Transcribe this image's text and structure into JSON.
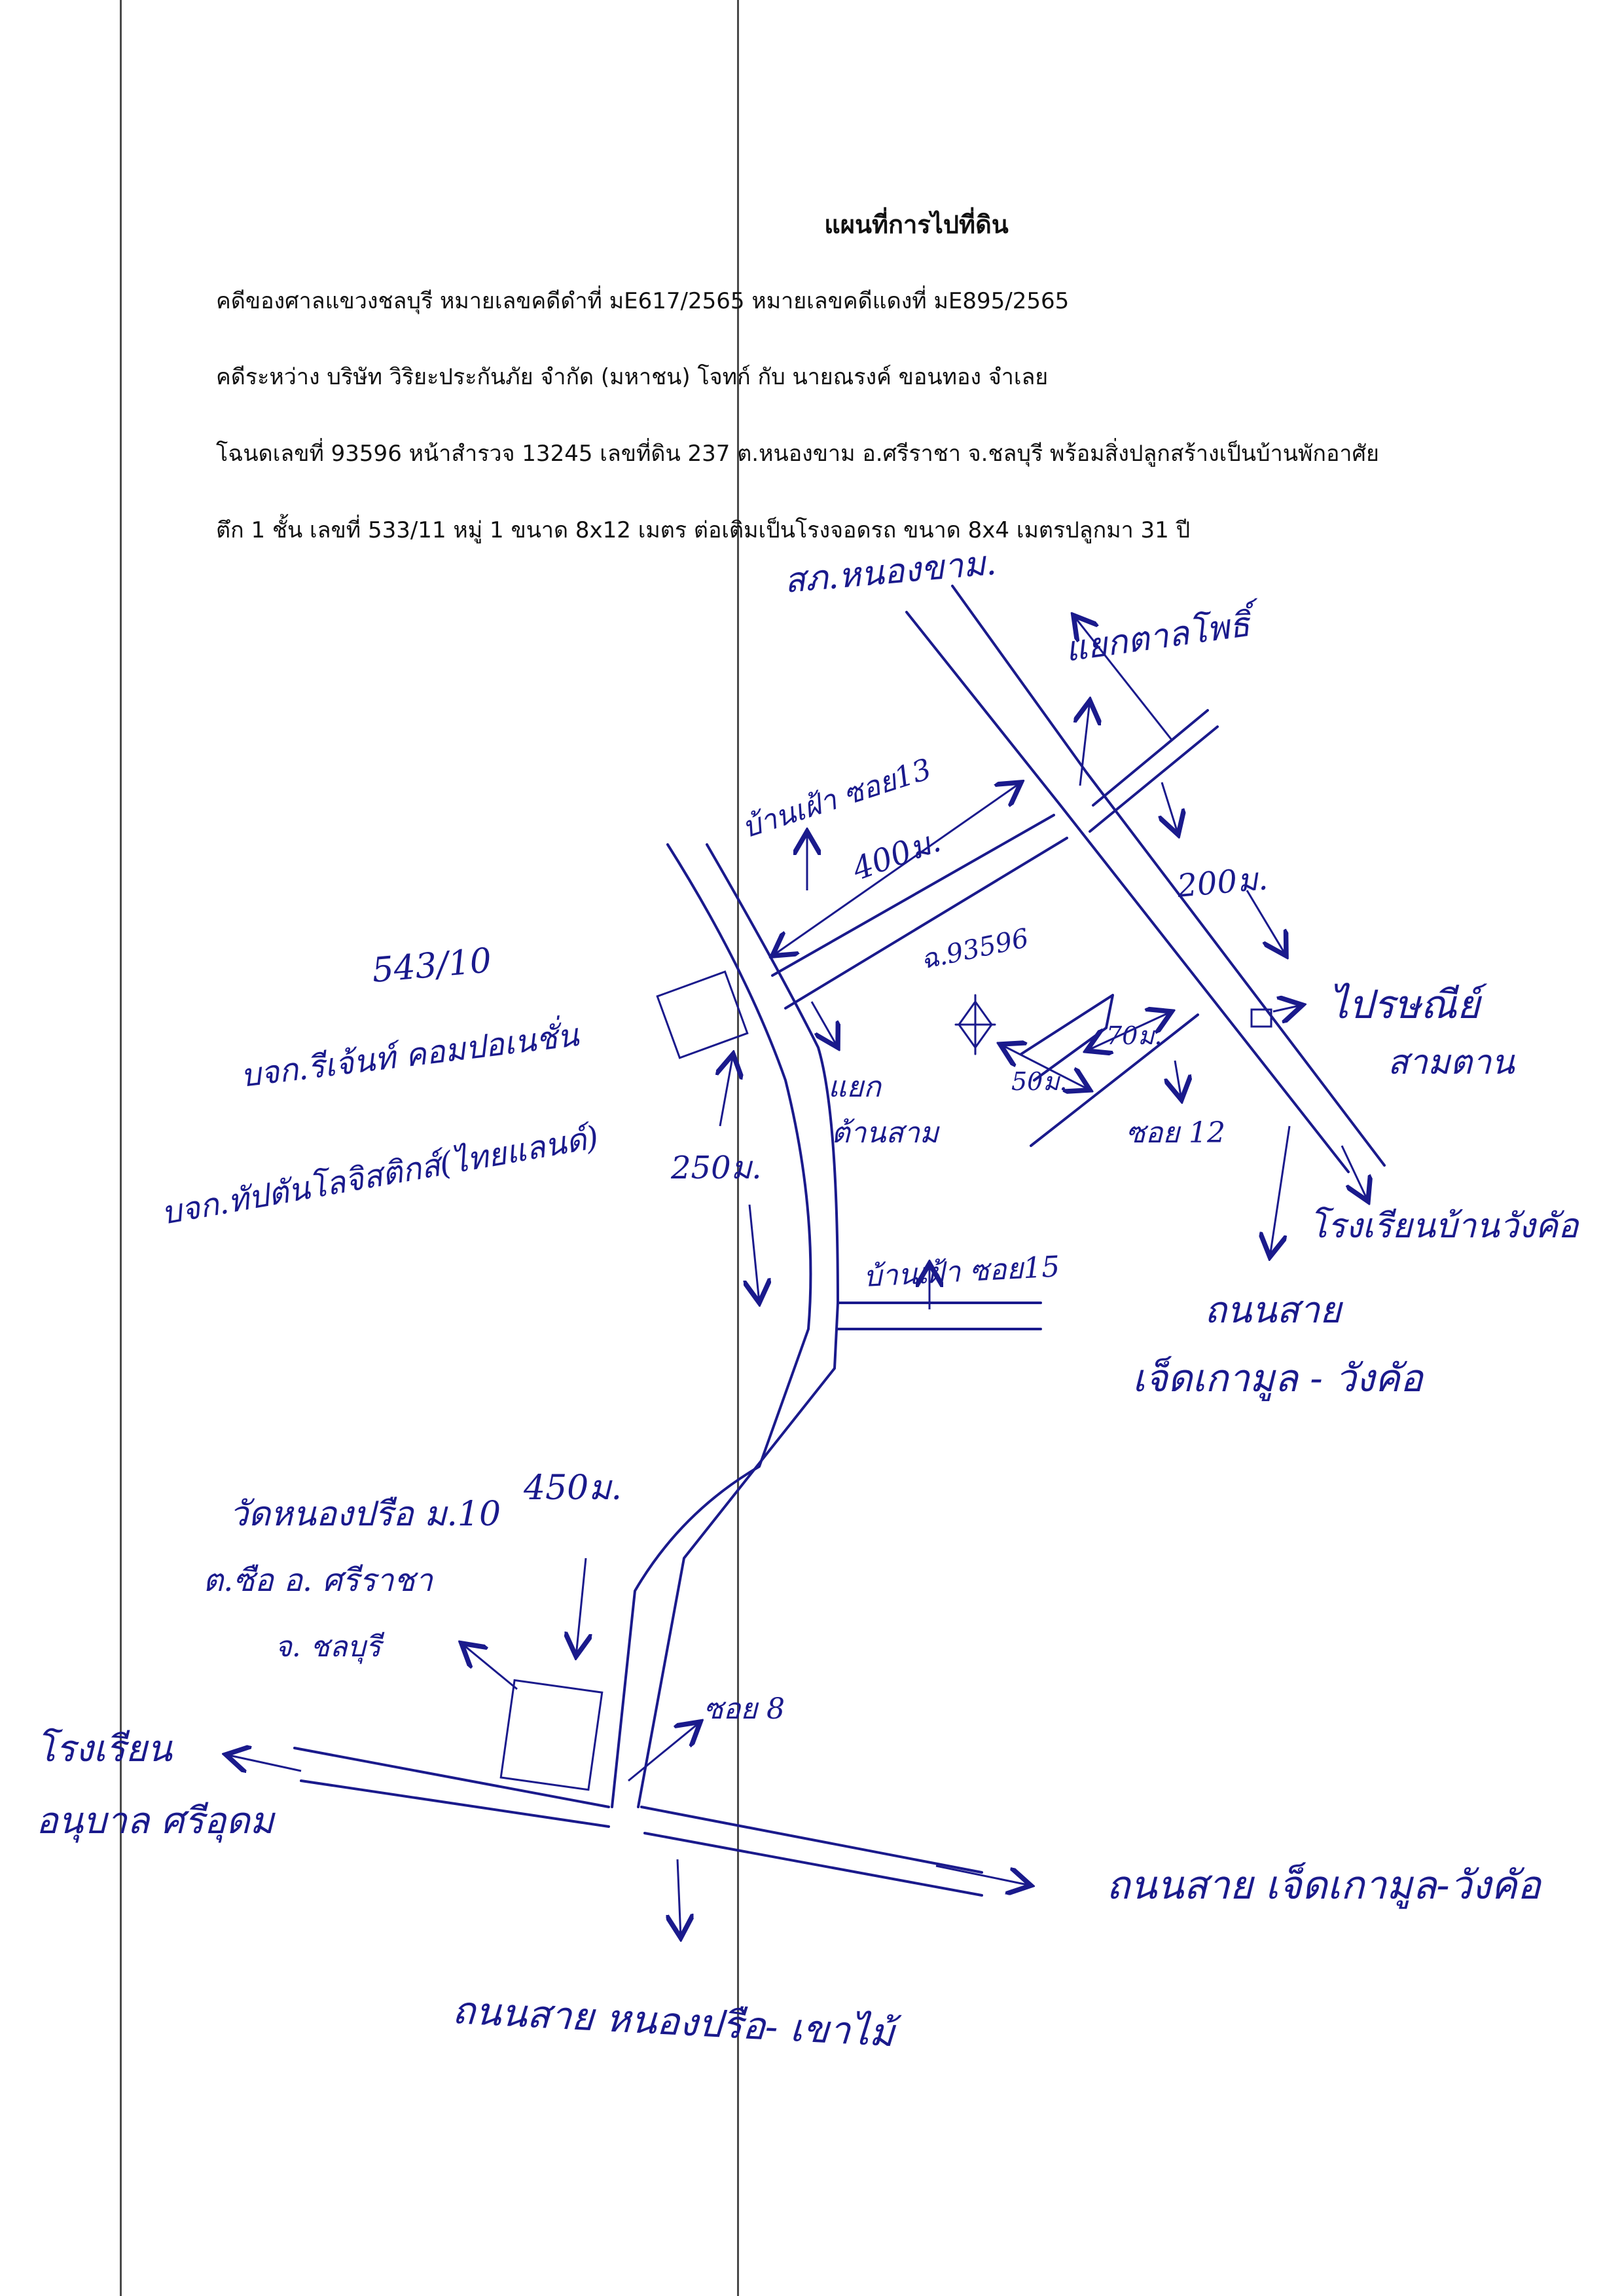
{
  "document": {
    "title": "แผนที่การไปที่ดิน",
    "lines": [
      "คดีของศาลแขวงชลบุรี หมายเลขคดีดำที่ มE617/2565  หมายเลขคดีแดงที่  มE895/2565",
      "คดีระหว่าง บริษัท วิริยะประกันภัย จำกัด (มหาชน) โจทก์ กับ นายณรงค์ ขอนทอง จำเลย",
      "โฉนดเลขที่ 93596 หน้าสำรวจ 13245 เลขที่ดิน 237 ต.หนองขาม อ.ศรีราชา จ.ชลบุรี  พร้อมสิ่งปลูกสร้างเป็นบ้านพักอาศัย",
      "ตึก 1 ชั้น เลขที่ 533/11 หมู่ 1 ขนาด 8x12 เมตร  ต่อเติมเป็นโรงจอดรถ ขนาด 8x4 เมตรปลูกมา 31 ปี"
    ]
  },
  "map_labels": {
    "police_station": "สภ.หนองขาม.",
    "junction_tanpho": "แยกตาลโพธิ์",
    "soi13": "บ้านเฝ้า ซอย13",
    "dist_400": "400ม.",
    "dist_200": "200ม.",
    "deed_no": "ฉ.93596",
    "dist_70": "70ม.",
    "dist_50": "50ม.",
    "post_office": "ไปรษณีย์",
    "sam_tan": "สามตาน",
    "soi12": "ซอย 12",
    "school_wangkhao": "โรงเรียนบ้านวังคัอ",
    "road_chet_wang_label": "ถนนสาย",
    "road_chet_wang": "เจ็ดเกามูล - วังคัอ",
    "company_no": "543/10",
    "company_1": "บจก.รีเจ้นท์ คอมปอเนชั่น",
    "company_2": "บจก.ทัปตันโลจิสติกส์(ไทยแลนด์)",
    "junction_santam": "แยก",
    "junction_santam_2": "ต้านสาม",
    "dist_250": "250ม.",
    "soi15": "บ้านเฝ้า ซอย15",
    "dist_450": "450ม.",
    "temple_1": "วัดหนองปรือ ม.10",
    "temple_2": "ต.ซือ  อ. ศรีราชา",
    "temple_3": "จ. ชลบุรี",
    "soi8": "ซอย 8",
    "school_anuban_1": "โรงเรียน",
    "school_anuban_2": "อนุบาล ศรีอุดม",
    "road_bottom_right": "ถนนสาย เจ็ดเกามูล-วังคัอ",
    "road_bottom": "ถนนสาย หนองปรือ- เขาไม้"
  },
  "colors": {
    "ink": "#1a1a8c",
    "text": "#111111"
  }
}
